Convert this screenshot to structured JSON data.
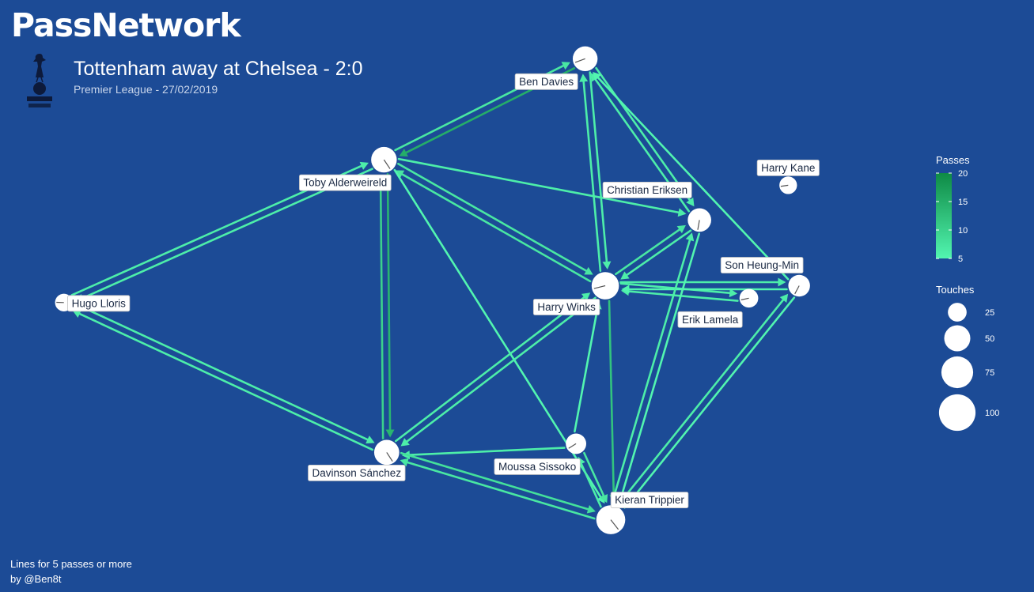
{
  "brand": "PassNetwork",
  "header": {
    "title": "Tottenham away at Chelsea - 2:0",
    "subtitle": "Premier League - 27/02/2019"
  },
  "footer": {
    "note": "Lines for 5 passes or more",
    "credit": "by @Ben8t"
  },
  "colors": {
    "background": "#1c4b96",
    "pass_low": "#52f5b0",
    "pass_high": "#0e8a45",
    "node": "#ffffff"
  },
  "chart_data": {
    "type": "network",
    "title": "",
    "pitch": {
      "xlim": [
        0,
        100
      ],
      "ylim": [
        0,
        100
      ]
    },
    "nodes": [
      {
        "id": "lloris",
        "label": "Hugo Lloris",
        "x": 5.6,
        "y": 46.9,
        "touches": 22,
        "angle": 182
      },
      {
        "id": "alderweireld",
        "label": "Toby Alderweireld",
        "x": 40.6,
        "y": 73.2,
        "touches": 48,
        "angle": 56
      },
      {
        "id": "sanchez",
        "label": "Davinson Sánchez",
        "x": 40.9,
        "y": 19.3,
        "touches": 46,
        "angle": 57
      },
      {
        "id": "davies",
        "label": "Ben Davies",
        "x": 62.6,
        "y": 91.8,
        "touches": 45,
        "angle": 160
      },
      {
        "id": "winks",
        "label": "Harry Winks",
        "x": 64.8,
        "y": 50.0,
        "touches": 55,
        "angle": 166
      },
      {
        "id": "sissoko",
        "label": "Moussa Sissoko",
        "x": 61.6,
        "y": 20.9,
        "touches": 30,
        "angle": 148
      },
      {
        "id": "trippier",
        "label": "Kieran Trippier",
        "x": 65.4,
        "y": 6.9,
        "touches": 62,
        "angle": 52
      },
      {
        "id": "eriksen",
        "label": "Christian Eriksen",
        "x": 75.1,
        "y": 62.1,
        "touches": 40,
        "angle": 100
      },
      {
        "id": "lamela",
        "label": "Erik Lamela",
        "x": 80.5,
        "y": 47.7,
        "touches": 25,
        "angle": 168
      },
      {
        "id": "son",
        "label": "Son Heung-Min",
        "x": 86.0,
        "y": 50.0,
        "touches": 34,
        "angle": 118
      },
      {
        "id": "kane",
        "label": "Harry Kane",
        "x": 84.8,
        "y": 68.5,
        "touches": 22,
        "angle": 172
      }
    ],
    "edges": [
      {
        "source": "alderweireld",
        "target": "lloris",
        "passes": 6
      },
      {
        "source": "lloris",
        "target": "alderweireld",
        "passes": 6
      },
      {
        "source": "sanchez",
        "target": "lloris",
        "passes": 6
      },
      {
        "source": "lloris",
        "target": "sanchez",
        "passes": 6
      },
      {
        "source": "alderweireld",
        "target": "sanchez",
        "passes": 14
      },
      {
        "source": "sanchez",
        "target": "alderweireld",
        "passes": 10
      },
      {
        "source": "davies",
        "target": "alderweireld",
        "passes": 15
      },
      {
        "source": "alderweireld",
        "target": "davies",
        "passes": 7
      },
      {
        "source": "alderweireld",
        "target": "winks",
        "passes": 7
      },
      {
        "source": "winks",
        "target": "alderweireld",
        "passes": 7
      },
      {
        "source": "alderweireld",
        "target": "eriksen",
        "passes": 6
      },
      {
        "source": "alderweireld",
        "target": "trippier",
        "passes": 5
      },
      {
        "source": "winks",
        "target": "sanchez",
        "passes": 6
      },
      {
        "source": "sanchez",
        "target": "winks",
        "passes": 6
      },
      {
        "source": "sissoko",
        "target": "sanchez",
        "passes": 6
      },
      {
        "source": "sanchez",
        "target": "trippier",
        "passes": 8
      },
      {
        "source": "trippier",
        "target": "sanchez",
        "passes": 7
      },
      {
        "source": "davies",
        "target": "winks",
        "passes": 6
      },
      {
        "source": "winks",
        "target": "davies",
        "passes": 6
      },
      {
        "source": "davies",
        "target": "eriksen",
        "passes": 6
      },
      {
        "source": "eriksen",
        "target": "davies",
        "passes": 6
      },
      {
        "source": "son",
        "target": "davies",
        "passes": 5
      },
      {
        "source": "winks",
        "target": "eriksen",
        "passes": 7
      },
      {
        "source": "eriksen",
        "target": "winks",
        "passes": 6
      },
      {
        "source": "winks",
        "target": "lamela",
        "passes": 6
      },
      {
        "source": "lamela",
        "target": "winks",
        "passes": 6
      },
      {
        "source": "winks",
        "target": "son",
        "passes": 6
      },
      {
        "source": "son",
        "target": "winks",
        "passes": 5
      },
      {
        "source": "winks",
        "target": "trippier",
        "passes": 12
      },
      {
        "source": "sissoko",
        "target": "winks",
        "passes": 5
      },
      {
        "source": "sissoko",
        "target": "trippier",
        "passes": 7
      },
      {
        "source": "trippier",
        "target": "sissoko",
        "passes": 6
      },
      {
        "source": "trippier",
        "target": "eriksen",
        "passes": 6
      },
      {
        "source": "eriksen",
        "target": "trippier",
        "passes": 5
      },
      {
        "source": "trippier",
        "target": "son",
        "passes": 6
      },
      {
        "source": "son",
        "target": "trippier",
        "passes": 5
      }
    ],
    "legend": {
      "passes": {
        "title": "Passes",
        "ticks": [
          5,
          10,
          15,
          20
        ],
        "range": [
          5,
          20
        ]
      },
      "touches": {
        "title": "Touches",
        "values": [
          25,
          50,
          75,
          100
        ]
      }
    }
  }
}
